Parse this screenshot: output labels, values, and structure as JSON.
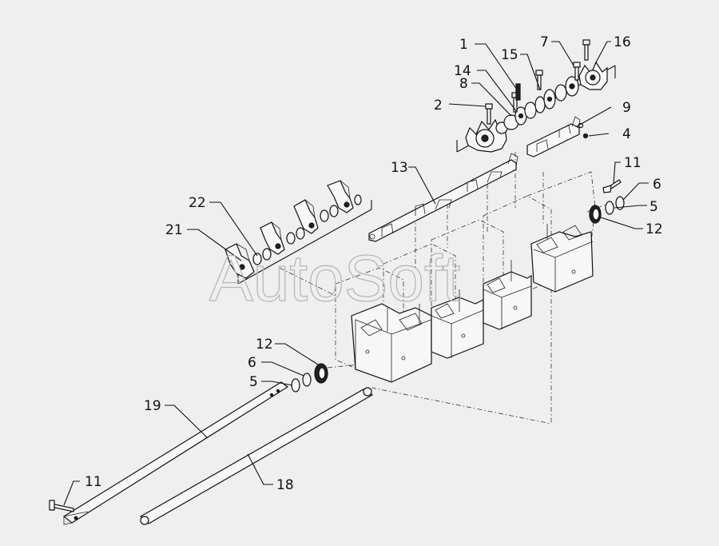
{
  "watermark": "AutoSoft",
  "callouts": {
    "c1": "1",
    "c2": "2",
    "c4": "4",
    "c5a": "5",
    "c5b": "5",
    "c6a": "6",
    "c6b": "6",
    "c7": "7",
    "c8": "8",
    "c9": "9",
    "c11a": "11",
    "c11b": "11",
    "c12a": "12",
    "c12b": "12",
    "c13": "13",
    "c14": "14",
    "c15": "15",
    "c16": "16",
    "c18": "18",
    "c19": "19",
    "c21": "21",
    "c22": "22"
  }
}
